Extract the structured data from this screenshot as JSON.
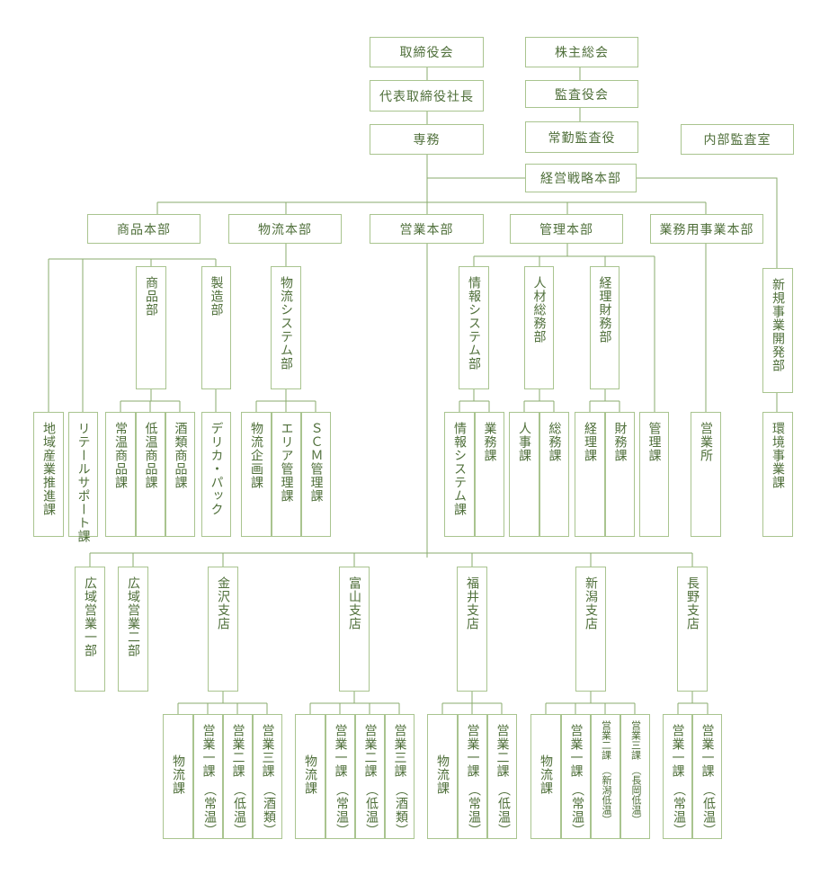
{
  "top": {
    "board": "取締役会",
    "shareholders": "株主総会",
    "ceo": "代表取締役社長",
    "auditors": "監査役会",
    "executive": "専務",
    "standing_auditor": "常勤監査役",
    "internal_audit": "内部監査室",
    "strategy": "経営戦略本部"
  },
  "headquarters": {
    "product": "商品本部",
    "logistics": "物流本部",
    "sales": "営業本部",
    "admin": "管理本部",
    "business_use": "業務用事業本部"
  },
  "departments": {
    "new_business": "新規事業開発部",
    "product_dept": "商品部",
    "manufacturing": "製造部",
    "logistics_system": "物流システム部",
    "info_system": "情報システム部",
    "hr_affairs": "人材総務部",
    "finance": "経理財務部"
  },
  "sections": {
    "regional": "地域産業推進課",
    "retail": "リテールサポート課",
    "ambient": "常温商品課",
    "chilled": "低温商品課",
    "liquor": "酒類商品課",
    "deli": "デリカ・パック",
    "log_planning": "物流企画課",
    "area_mgmt": "エリア管理課",
    "scm": "ＳＣＭ管理課",
    "info_sys": "情報システム課",
    "ops": "業務課",
    "hr": "人事課",
    "general": "総務課",
    "accounting": "経理課",
    "fin": "財務課",
    "mgmt": "管理課",
    "sales_office": "営業所",
    "environment": "環境事業課"
  },
  "branches": {
    "wide1": "広域営業一部",
    "wide2": "広域営業二部",
    "kanazawa": "金沢支店",
    "toyama": "富山支店",
    "fukui": "福井支店",
    "niigata": "新潟支店",
    "nagano": "長野支店"
  },
  "branch_sections": {
    "logistics": "物流課",
    "s1": "営業一課",
    "s2": "営業二課",
    "s3": "営業三課",
    "ambient": "（常温）",
    "chilled": "（低温）",
    "liquor": "（酒類）",
    "niigata_chilled": "（新潟低温）",
    "nagaoka_chilled": "（長岡低温）"
  },
  "colors": {
    "line": "#8aab6d",
    "border": "#a9c48f",
    "text": "#4f6f3a"
  }
}
